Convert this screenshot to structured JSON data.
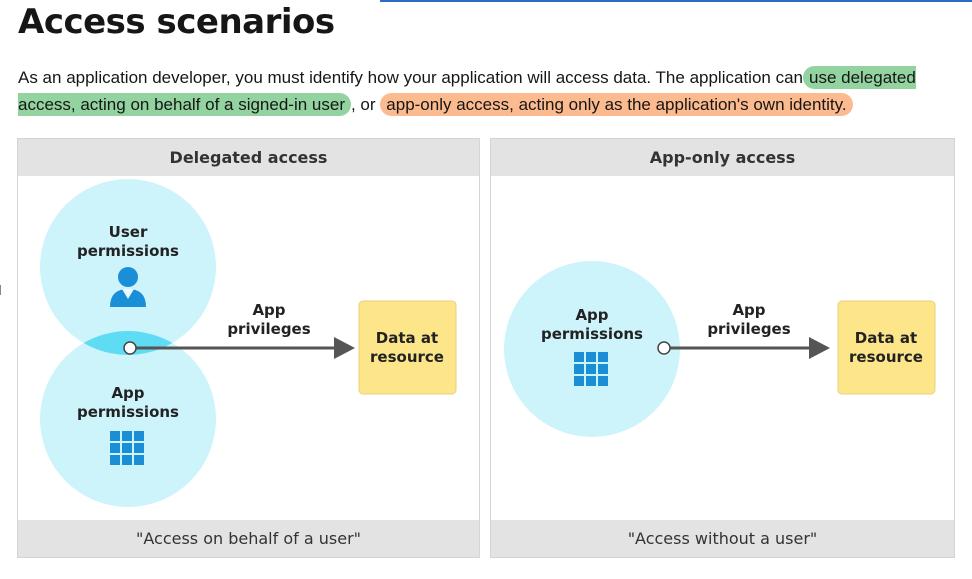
{
  "page": {
    "title": "Access scenarios",
    "intro": {
      "part1": "As an application developer, you must identify how your application will access data. The application can",
      "delegated": "use delegated access, acting on behalf of a signed-in user",
      "part2": ", or",
      "apponly": "app-only access, acting only as the application's own identity.",
      "green": "#92d3a0",
      "orange": "#fcba8f"
    }
  },
  "delegated_panel": {
    "header": "Delegated access",
    "footer": "\"Access on behalf of a user\"",
    "user_label_1": "User",
    "user_label_2": "permissions",
    "app_label_1": "App",
    "app_label_2": "permissions",
    "arrow_label_1": "App",
    "arrow_label_2": "privileges",
    "data_label_1": "Data at",
    "data_label_2": "resource"
  },
  "apponly_panel": {
    "header": "App-only access",
    "footer": "\"Access without a user\"",
    "app_label_1": "App",
    "app_label_2": "permissions",
    "arrow_label_1": "App",
    "arrow_label_2": "privileges",
    "data_label_1": "Data at",
    "data_label_2": "resource"
  },
  "icons": {
    "user": "user-icon",
    "app_grid": "app-grid-icon"
  },
  "colors": {
    "circle_fill": "#cdf3fb",
    "circle_overlap": "#5ddcf3",
    "data_box": "#fde68a",
    "arrow": "#555555",
    "icon_blue": "#1a8fd8"
  }
}
